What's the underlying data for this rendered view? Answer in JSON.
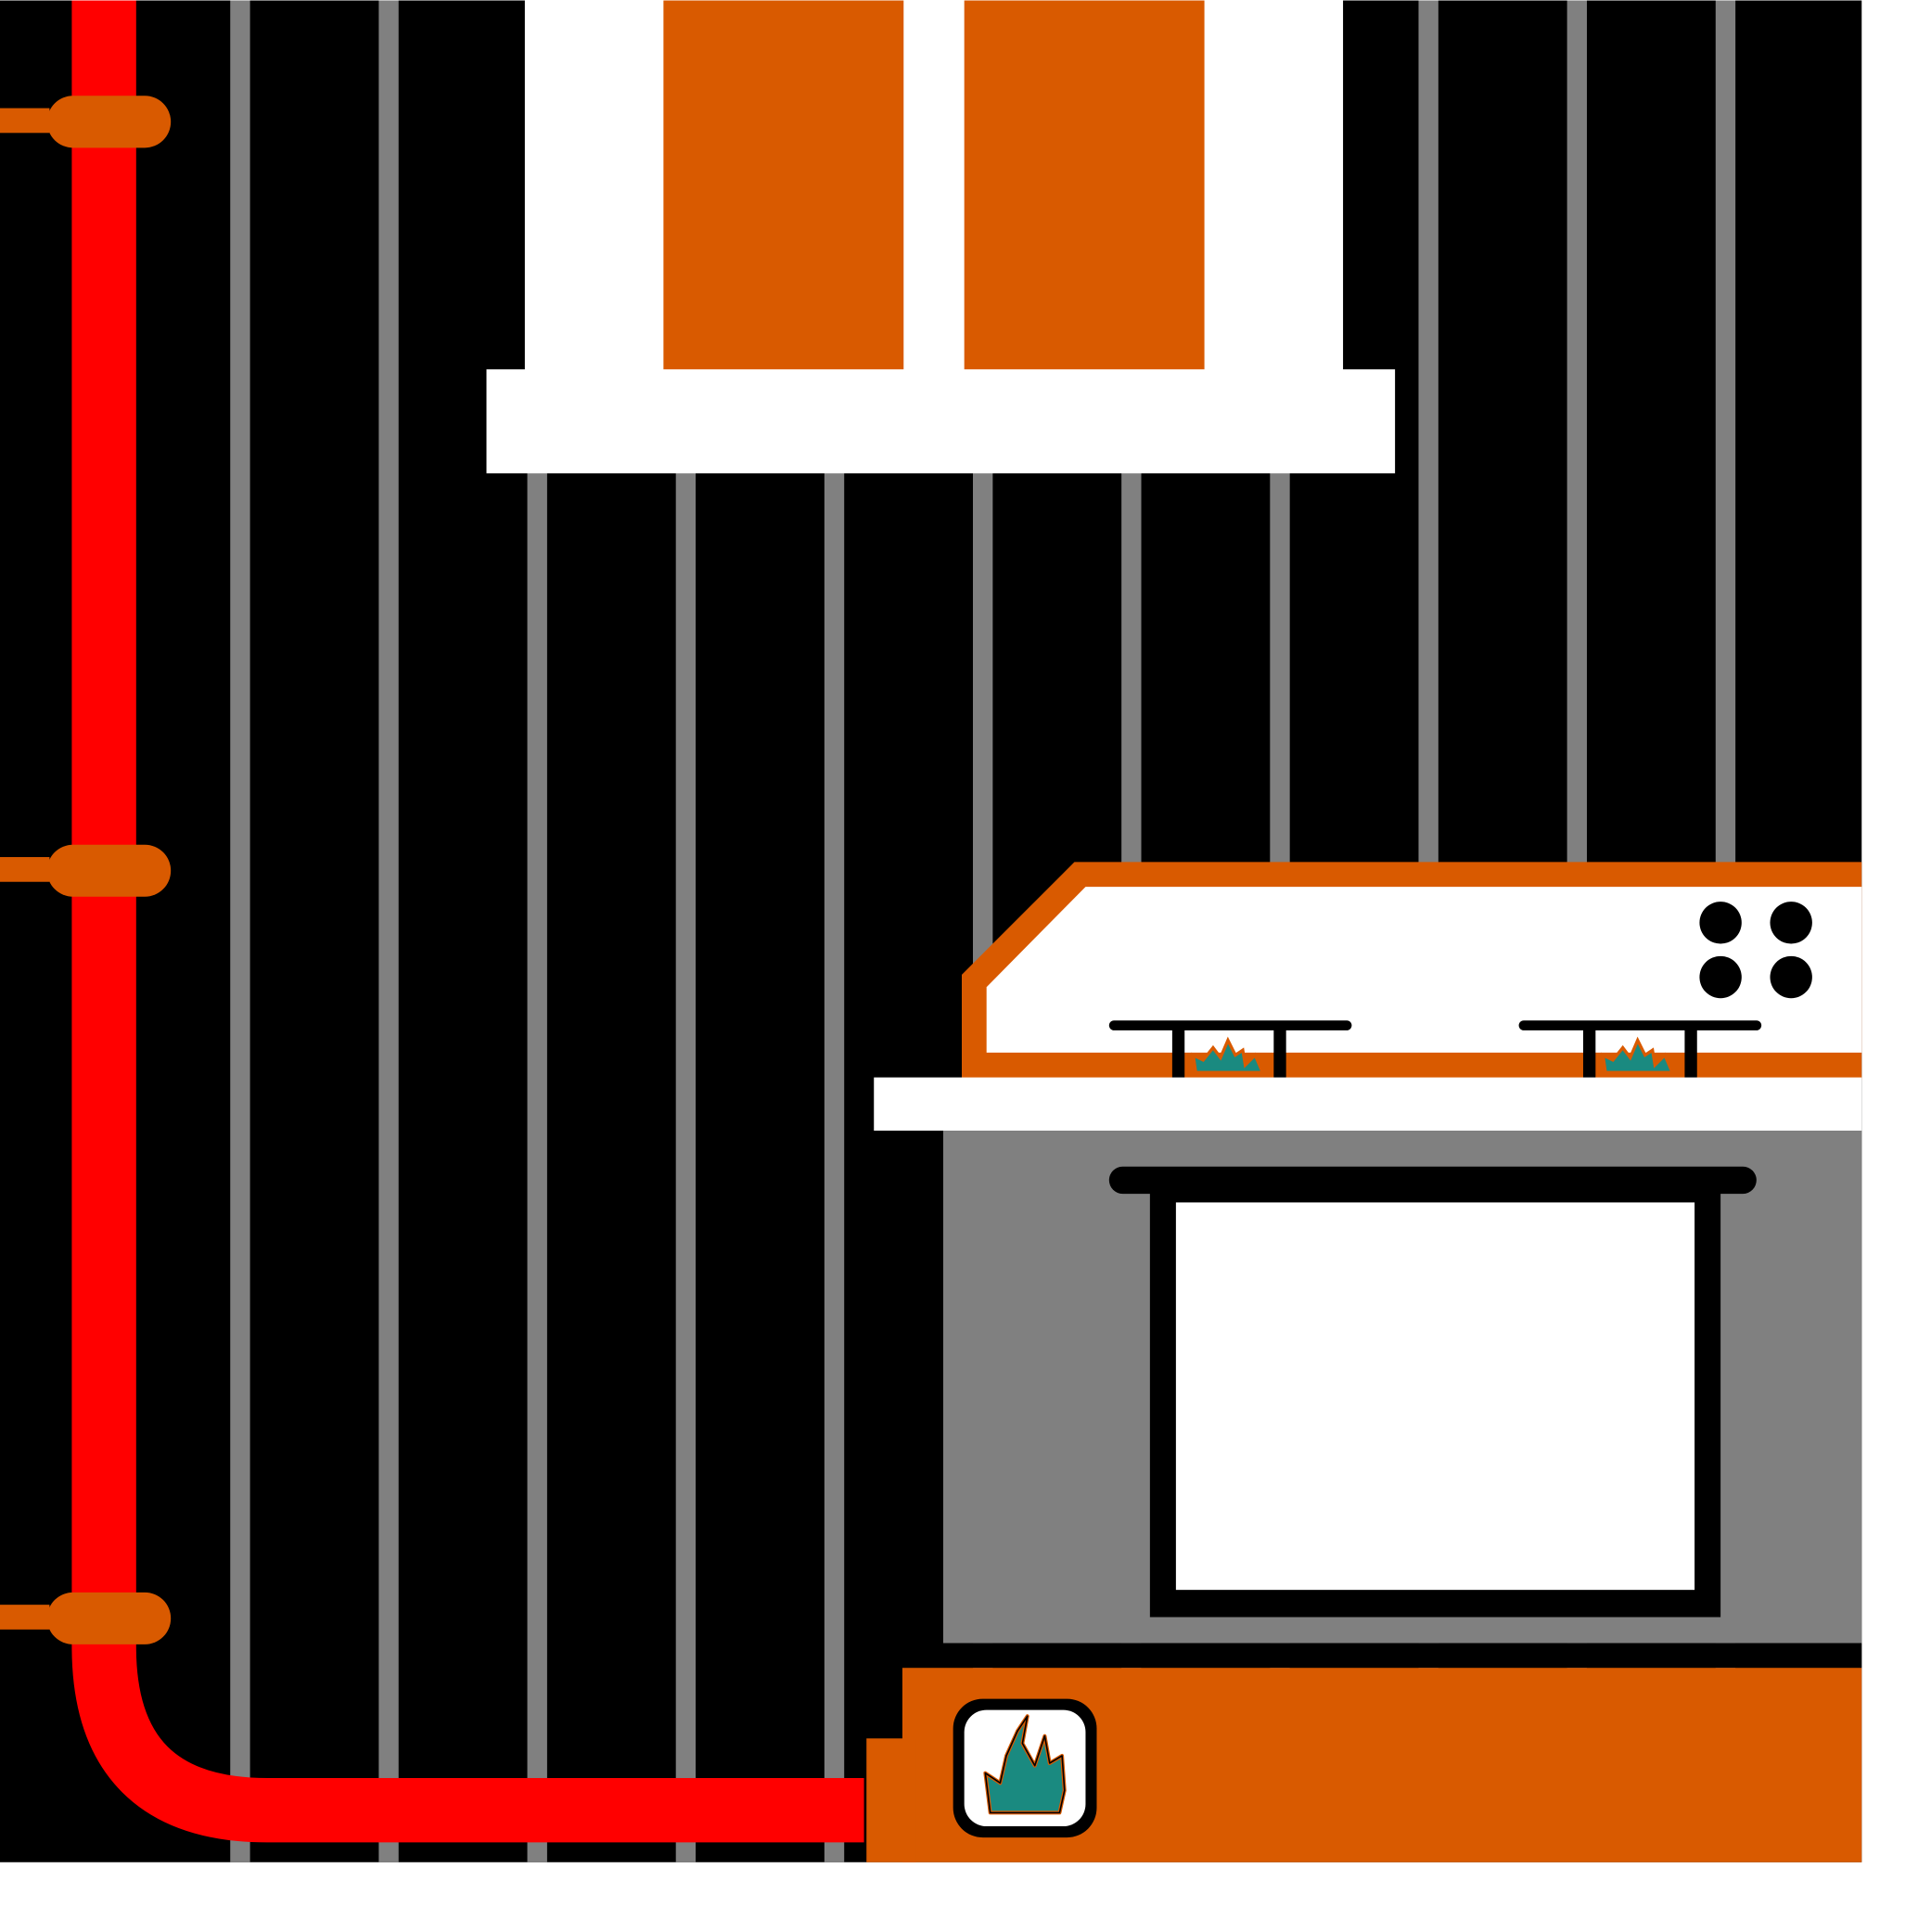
{
  "colors": {
    "background": "#000000",
    "page": "#ffffff",
    "stripe": "#808080",
    "gas_pipe": "#ff0000",
    "accent": "#d95a00",
    "flame": "#1a8a80",
    "panel": "#ffffff",
    "outline": "#000000"
  },
  "icons": {
    "pipe_clamp": "pipe-clamp-icon",
    "stove_knob": "stove-knob-icon",
    "burner_flame": "flame-icon",
    "gas_flame_badge": "gas-flame-icon"
  },
  "stove": {
    "burner_count": 2,
    "knob_count": 4
  },
  "pipe": {
    "clamp_count": 3
  }
}
